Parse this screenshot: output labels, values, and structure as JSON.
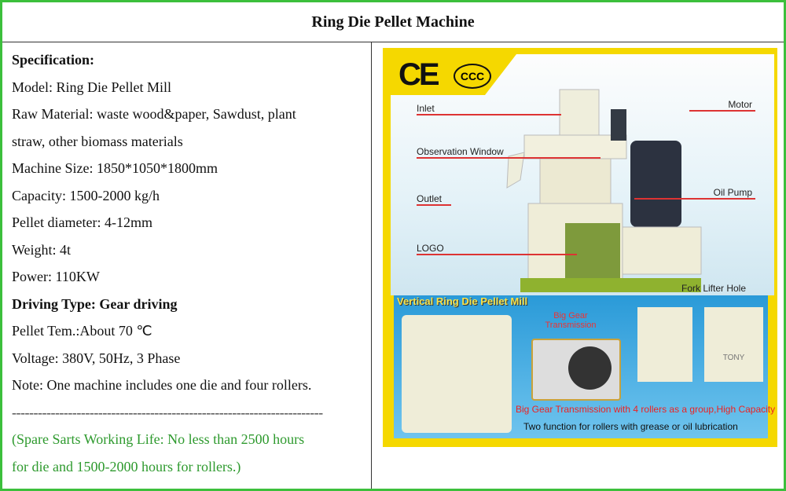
{
  "title": "Ring Die Pellet Machine",
  "spec": {
    "heading": "Specification:",
    "lines": [
      "Model: Ring Die Pellet Mill",
      "Raw Material: waste wood&paper, Sawdust, plant",
      "straw, other biomass materials",
      "Machine Size: 1850*1050*1800mm",
      "Capacity: 1500-2000 kg/h",
      "Pellet diameter: 4-12mm",
      "Weight: 4t",
      "Power: 110KW"
    ],
    "driving": "Driving Type: Gear driving",
    "lines2": [
      "Pellet Tem.:About 70 ℃",
      "Voltage: 380V, 50Hz, 3 Phase",
      "Note: One machine includes one die and four rollers."
    ],
    "separator": "------------------------------------------------------------------------",
    "note1": "(Spare Sarts Working Life: No less than 2500 hours",
    "note2": "for die and 1500-2000 hours for rollers.)"
  },
  "image": {
    "cert_ce": "CE",
    "cert_ccc": "CCC",
    "labels": {
      "inlet": "Inlet",
      "observation": "Observation Window",
      "outlet": "Outlet",
      "logo": "LOGO",
      "motor": "Motor",
      "oil_pump": "Oil Pump",
      "fork": "Fork Lifter Hole"
    },
    "banner": "Vertical Ring Die Pellet Mill",
    "gear_title": "Big Gear Transmission",
    "brand": "TONY",
    "caption1": "Big Gear Transmission with 4 rollers as a group,High Capacity",
    "caption2": "Two function for rollers with grease or oil lubrication"
  }
}
